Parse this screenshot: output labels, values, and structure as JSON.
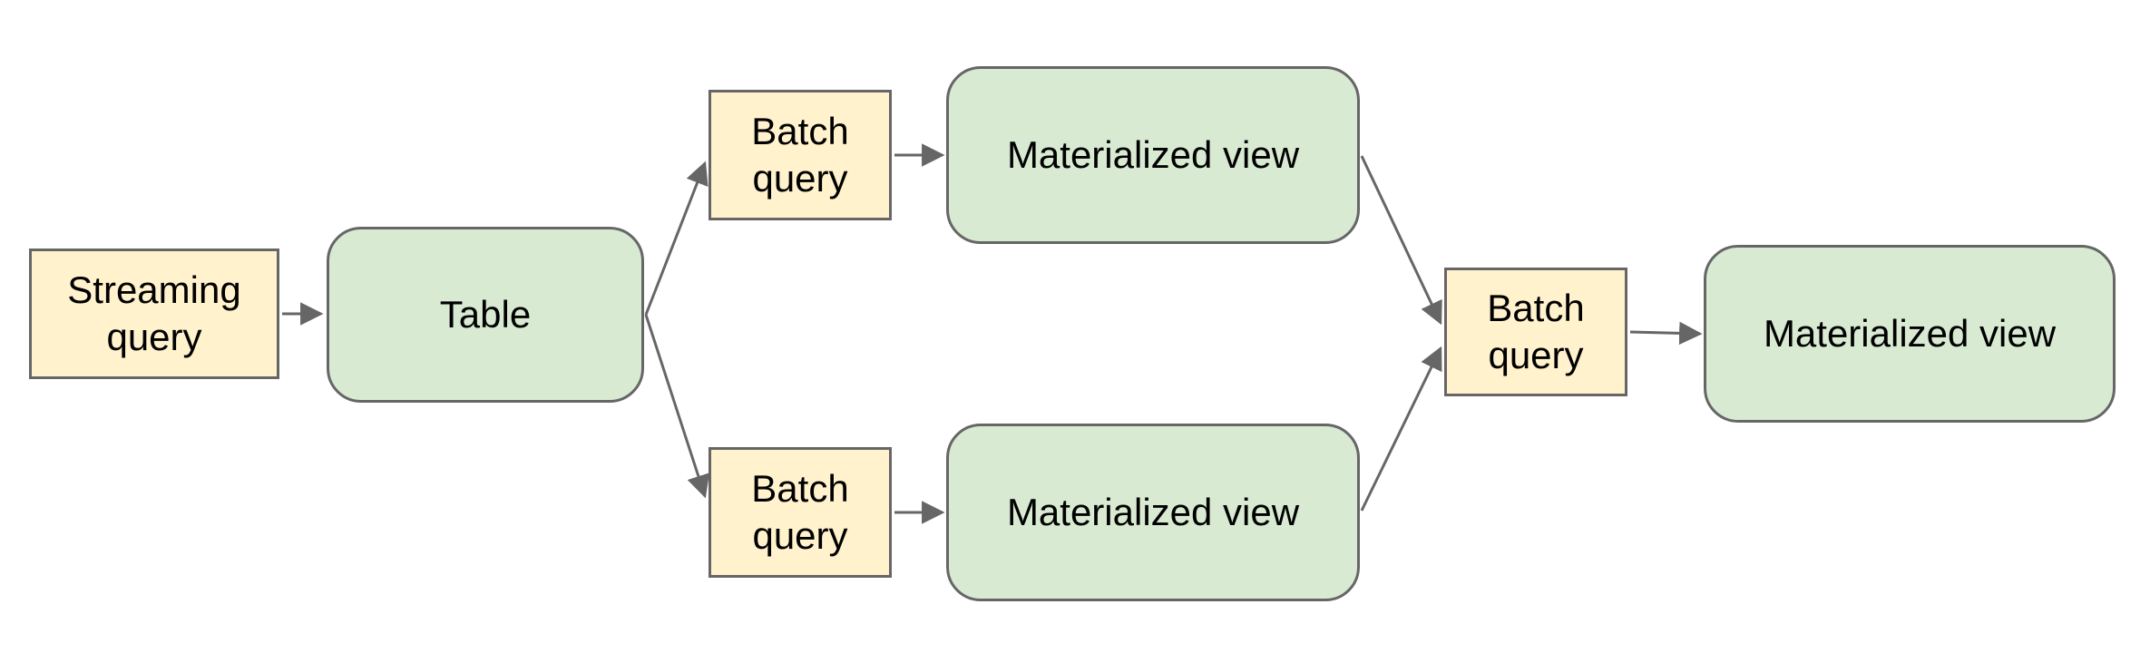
{
  "diagram": {
    "colors": {
      "bg": "#ffffff",
      "query_fill": "#fff2cc",
      "dataset_fill": "#d9ead3",
      "stroke_color": "#666666",
      "text_color": "#000000"
    },
    "nodes": [
      {
        "id": "streaming-query",
        "label": "Streaming query",
        "type": "query"
      },
      {
        "id": "table",
        "label": "Table",
        "type": "dataset"
      },
      {
        "id": "batch-query-top",
        "label": "Batch query",
        "type": "query"
      },
      {
        "id": "materialized-view-top",
        "label": "Materialized view",
        "type": "dataset"
      },
      {
        "id": "batch-query-bottom",
        "label": "Batch query",
        "type": "query"
      },
      {
        "id": "materialized-view-bottom",
        "label": "Materialized view",
        "type": "dataset"
      },
      {
        "id": "batch-query-merge",
        "label": "Batch query",
        "type": "query"
      },
      {
        "id": "materialized-view-final",
        "label": "Materialized view",
        "type": "dataset"
      }
    ],
    "edges": [
      {
        "from": "streaming-query",
        "to": "table"
      },
      {
        "from": "table",
        "to": "batch-query-top"
      },
      {
        "from": "table",
        "to": "batch-query-bottom"
      },
      {
        "from": "batch-query-top",
        "to": "materialized-view-top"
      },
      {
        "from": "batch-query-bottom",
        "to": "materialized-view-bottom"
      },
      {
        "from": "materialized-view-top",
        "to": "batch-query-merge"
      },
      {
        "from": "materialized-view-bottom",
        "to": "batch-query-merge"
      },
      {
        "from": "batch-query-merge",
        "to": "materialized-view-final"
      }
    ]
  }
}
